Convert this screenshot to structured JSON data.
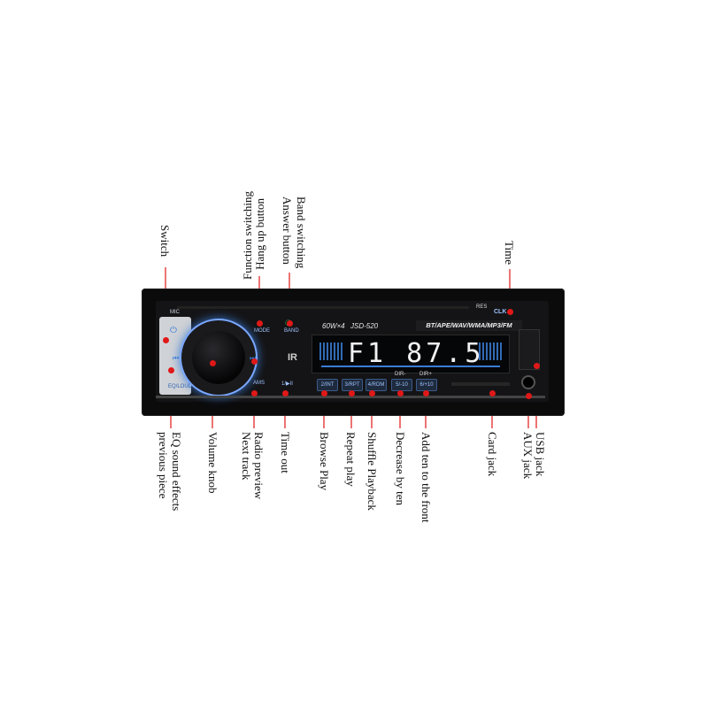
{
  "labels": {
    "switch": "Switch",
    "hang_up": "Hang up button",
    "function_switching": "Function switching",
    "band_switching": "Band switching",
    "answer_button": "Answer button",
    "time": "Time",
    "eq_sound_effects": "EQ sound effects",
    "previous_piece": "previous piece",
    "volume_knob": "Volume knob",
    "radio_preview": "Radio preview",
    "next_track": "Next track",
    "time_out": "Time out",
    "browse_play": "Browse Play",
    "repeat_play": "Repeat play",
    "shuffle_playback": "Shuffle Playback",
    "decrease_by_ten": "Decrease by ten",
    "add_ten_front": "Add ten to the front",
    "card_jack": "Card jack",
    "usb_jack": "USB jack",
    "aux_jack": "AUX jack"
  },
  "device": {
    "mic": "MIC",
    "mode": "MODE",
    "band": "BAND",
    "power_label": "60W×4",
    "model": "JSD-520",
    "formats": "BT/APE/WAV/WMA/MP3/FM",
    "res": "RES",
    "clk": "CLK",
    "display": "F1 87.5",
    "ir": "IR",
    "eq_loud": "EQ/LOUD",
    "ams": "AMS",
    "play_pause": "1/▶II",
    "btn_int": "2/INT",
    "btn_rpt": "3/RPT",
    "btn_rdm": "4/RDM",
    "btn_dir_minus": "5/-10",
    "btn_dir_plus": "6/+10",
    "dir_minus": "DIR-",
    "dir_plus": "DIR+"
  },
  "icons": {
    "power": "power-icon",
    "phone": "phone-icon",
    "skip_prev": "skip-back-icon",
    "skip_next": "skip-forward-icon"
  },
  "colors": {
    "accent_blue": "#3a7bd5",
    "callout_red": "#e01818",
    "answer_green": "#39b54a"
  }
}
